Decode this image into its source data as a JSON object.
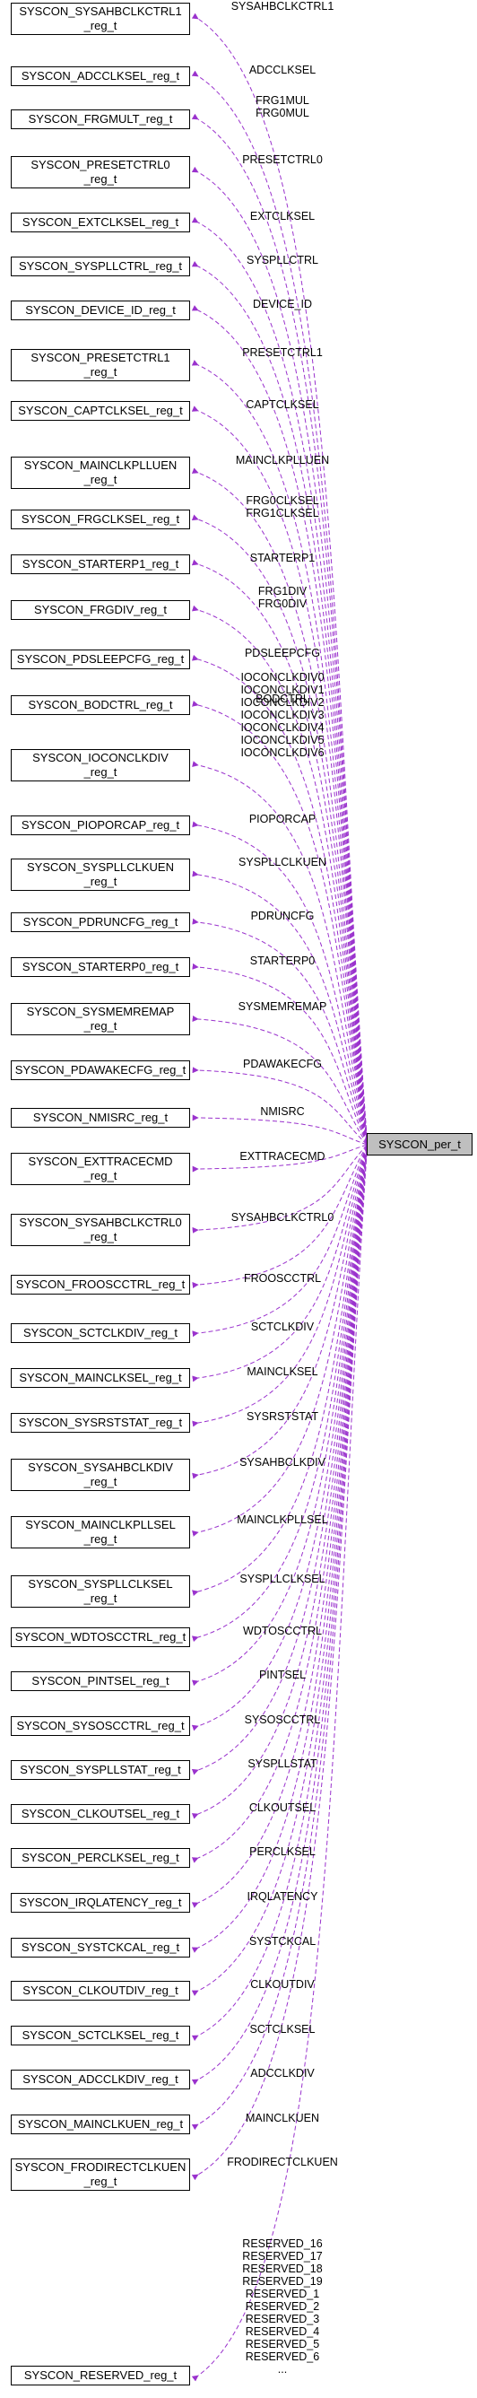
{
  "target": "SYSCON_per_t",
  "nodes": [
    {
      "lines": [
        "SYSCON_SYSAHBCLKCTRL1",
        "_reg_t"
      ],
      "edge": [
        "SYSAHBCLKCTRL1"
      ]
    },
    {
      "lines": [
        "SYSCON_ADCCLKSEL_reg_t"
      ],
      "edge": [
        "ADCCLKSEL"
      ]
    },
    {
      "lines": [
        "SYSCON_FRGMULT_reg_t"
      ],
      "edge": [
        "FRG1MUL",
        "FRG0MUL"
      ]
    },
    {
      "lines": [
        "SYSCON_PRESETCTRL0",
        "_reg_t"
      ],
      "edge": [
        "PRESETCTRL0"
      ]
    },
    {
      "lines": [
        "SYSCON_EXTCLKSEL_reg_t"
      ],
      "edge": [
        "EXTCLKSEL"
      ]
    },
    {
      "lines": [
        "SYSCON_SYSPLLCTRL_reg_t"
      ],
      "edge": [
        "SYSPLLCTRL"
      ]
    },
    {
      "lines": [
        "SYSCON_DEVICE_ID_reg_t"
      ],
      "edge": [
        "DEVICE_ID"
      ]
    },
    {
      "lines": [
        "SYSCON_PRESETCTRL1",
        "_reg_t"
      ],
      "edge": [
        "PRESETCTRL1"
      ]
    },
    {
      "lines": [
        "SYSCON_CAPTCLKSEL_reg_t"
      ],
      "edge": [
        "CAPTCLKSEL"
      ]
    },
    {
      "lines": [
        "SYSCON_MAINCLKPLLUEN",
        "_reg_t"
      ],
      "edge": [
        "MAINCLKPLLUEN"
      ]
    },
    {
      "lines": [
        "SYSCON_FRGCLKSEL_reg_t"
      ],
      "edge": [
        "FRG0CLKSEL",
        "FRG1CLKSEL"
      ]
    },
    {
      "lines": [
        "SYSCON_STARTERP1_reg_t"
      ],
      "edge": [
        "STARTERP1"
      ]
    },
    {
      "lines": [
        "SYSCON_FRGDIV_reg_t"
      ],
      "edge": [
        "FRG1DIV",
        "FRG0DIV"
      ]
    },
    {
      "lines": [
        "SYSCON_PDSLEEPCFG_reg_t"
      ],
      "edge": [
        "PDSLEEPCFG"
      ]
    },
    {
      "lines": [
        "SYSCON_BODCTRL_reg_t"
      ],
      "edge": [
        "BODCTRL"
      ]
    },
    {
      "lines": [
        "SYSCON_IOCONCLKDIV",
        "_reg_t"
      ],
      "edge": [
        "IOCONCLKDIV0",
        "IOCONCLKDIV1",
        "IOCONCLKDIV2",
        "IOCONCLKDIV3",
        "IOCONCLKDIV4",
        "IOCONCLKDIV5",
        "IOCONCLKDIV6"
      ]
    },
    {
      "lines": [
        "SYSCON_PIOPORCAP_reg_t"
      ],
      "edge": [
        "PIOPORCAP"
      ]
    },
    {
      "lines": [
        "SYSCON_SYSPLLCLKUEN",
        "_reg_t"
      ],
      "edge": [
        "SYSPLLCLKUEN"
      ]
    },
    {
      "lines": [
        "SYSCON_PDRUNCFG_reg_t"
      ],
      "edge": [
        "PDRUNCFG"
      ]
    },
    {
      "lines": [
        "SYSCON_STARTERP0_reg_t"
      ],
      "edge": [
        "STARTERP0"
      ]
    },
    {
      "lines": [
        "SYSCON_SYSMEMREMAP",
        "_reg_t"
      ],
      "edge": [
        "SYSMEMREMAP"
      ]
    },
    {
      "lines": [
        "SYSCON_PDAWAKECFG_reg_t"
      ],
      "edge": [
        "PDAWAKECFG"
      ]
    },
    {
      "lines": [
        "SYSCON_NMISRC_reg_t"
      ],
      "edge": [
        "NMISRC"
      ]
    },
    {
      "lines": [
        "SYSCON_EXTTRACECMD",
        "_reg_t"
      ],
      "edge": [
        "EXTTRACECMD"
      ]
    },
    {
      "lines": [
        "SYSCON_SYSAHBCLKCTRL0",
        "_reg_t"
      ],
      "edge": [
        "SYSAHBCLKCTRL0"
      ]
    },
    {
      "lines": [
        "SYSCON_FROOSCCTRL_reg_t"
      ],
      "edge": [
        "FROOSCCTRL"
      ]
    },
    {
      "lines": [
        "SYSCON_SCTCLKDIV_reg_t"
      ],
      "edge": [
        "SCTCLKDIV"
      ]
    },
    {
      "lines": [
        "SYSCON_MAINCLKSEL_reg_t"
      ],
      "edge": [
        "MAINCLKSEL"
      ]
    },
    {
      "lines": [
        "SYSCON_SYSRSTSTAT_reg_t"
      ],
      "edge": [
        "SYSRSTSTAT"
      ]
    },
    {
      "lines": [
        "SYSCON_SYSAHBCLKDIV",
        "_reg_t"
      ],
      "edge": [
        "SYSAHBCLKDIV"
      ]
    },
    {
      "lines": [
        "SYSCON_MAINCLKPLLSEL",
        "_reg_t"
      ],
      "edge": [
        "MAINCLKPLLSEL"
      ]
    },
    {
      "lines": [
        "SYSCON_SYSPLLCLKSEL",
        "_reg_t"
      ],
      "edge": [
        "SYSPLLCLKSEL"
      ]
    },
    {
      "lines": [
        "SYSCON_WDTOSCCTRL_reg_t"
      ],
      "edge": [
        "WDTOSCCTRL"
      ]
    },
    {
      "lines": [
        "SYSCON_PINTSEL_reg_t"
      ],
      "edge": [
        "PINTSEL"
      ]
    },
    {
      "lines": [
        "SYSCON_SYSOSCCTRL_reg_t"
      ],
      "edge": [
        "SYSOSCCTRL"
      ]
    },
    {
      "lines": [
        "SYSCON_SYSPLLSTAT_reg_t"
      ],
      "edge": [
        "SYSPLLSTAT"
      ]
    },
    {
      "lines": [
        "SYSCON_CLKOUTSEL_reg_t"
      ],
      "edge": [
        "CLKOUTSEL"
      ]
    },
    {
      "lines": [
        "SYSCON_PERCLKSEL_reg_t"
      ],
      "edge": [
        "PERCLKSEL"
      ]
    },
    {
      "lines": [
        "SYSCON_IRQLATENCY_reg_t"
      ],
      "edge": [
        "IRQLATENCY"
      ]
    },
    {
      "lines": [
        "SYSCON_SYSTCKCAL_reg_t"
      ],
      "edge": [
        "SYSTCKCAL"
      ]
    },
    {
      "lines": [
        "SYSCON_CLKOUTDIV_reg_t"
      ],
      "edge": [
        "CLKOUTDIV"
      ]
    },
    {
      "lines": [
        "SYSCON_SCTCLKSEL_reg_t"
      ],
      "edge": [
        "SCTCLKSEL"
      ]
    },
    {
      "lines": [
        "SYSCON_ADCCLKDIV_reg_t"
      ],
      "edge": [
        "ADCCLKDIV"
      ]
    },
    {
      "lines": [
        "SYSCON_MAINCLKUEN_reg_t"
      ],
      "edge": [
        "MAINCLKUEN"
      ]
    },
    {
      "lines": [
        "SYSCON_FRODIRECTCLKUEN",
        "_reg_t"
      ],
      "edge": [
        "FRODIRECTCLKUEN"
      ]
    },
    {
      "lines": [
        "SYSCON_RESERVED_reg_t"
      ],
      "edge": [
        "RESERVED_16",
        "RESERVED_17",
        "RESERVED_18",
        "RESERVED_19",
        "RESERVED_1",
        "RESERVED_2",
        "RESERVED_3",
        "RESERVED_4",
        "RESERVED_5",
        "RESERVED_6",
        "..."
      ]
    }
  ],
  "colors": {
    "edge": "#9a32cd",
    "target_fill": "#bfbfbf"
  }
}
